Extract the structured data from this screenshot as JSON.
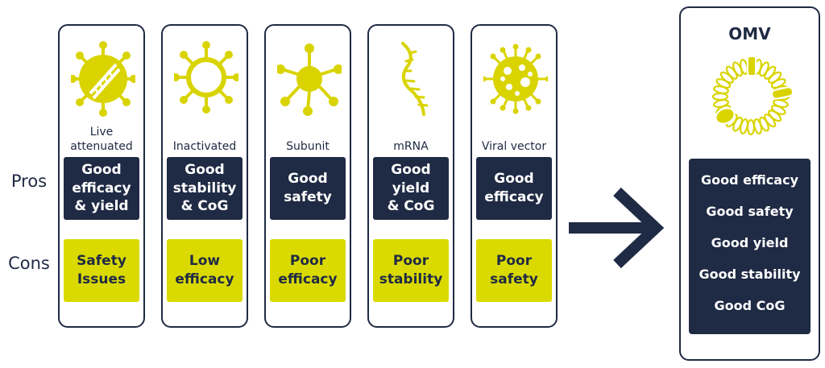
{
  "row_labels": {
    "pros": "Pros",
    "cons": "Cons"
  },
  "columns": [
    {
      "name": "Live\nattenuated",
      "pros": "Good\nefficacy\n& yield",
      "cons": "Safety\nIssues",
      "icon": "live-attenuated-virus-icon"
    },
    {
      "name": "Inactivated",
      "pros": "Good\nstability\n& CoG",
      "cons": "Low\nefficacy",
      "icon": "inactivated-virus-icon"
    },
    {
      "name": "Subunit",
      "pros": "Good\nsafety",
      "cons": "Poor\nefficacy",
      "icon": "subunit-protein-icon"
    },
    {
      "name": "mRNA",
      "pros": "Good\nyield\n& CoG",
      "cons": "Poor\nstability",
      "icon": "mrna-strand-icon"
    },
    {
      "name": "Viral vector",
      "pros": "Good\nefficacy",
      "cons": "Poor\nsafety",
      "icon": "viral-vector-icon"
    }
  ],
  "omv": {
    "title": "OMV",
    "icon": "omv-vesicle-icon",
    "items": [
      "Good efficacy",
      "Good safety",
      "Good yield",
      "Good stability",
      "Good CoG"
    ]
  },
  "colors": {
    "navy": "#1f2a44",
    "yellow": "#dada00",
    "icon_yellow": "#d9d400"
  },
  "arrow_icon": "right-arrow-icon"
}
